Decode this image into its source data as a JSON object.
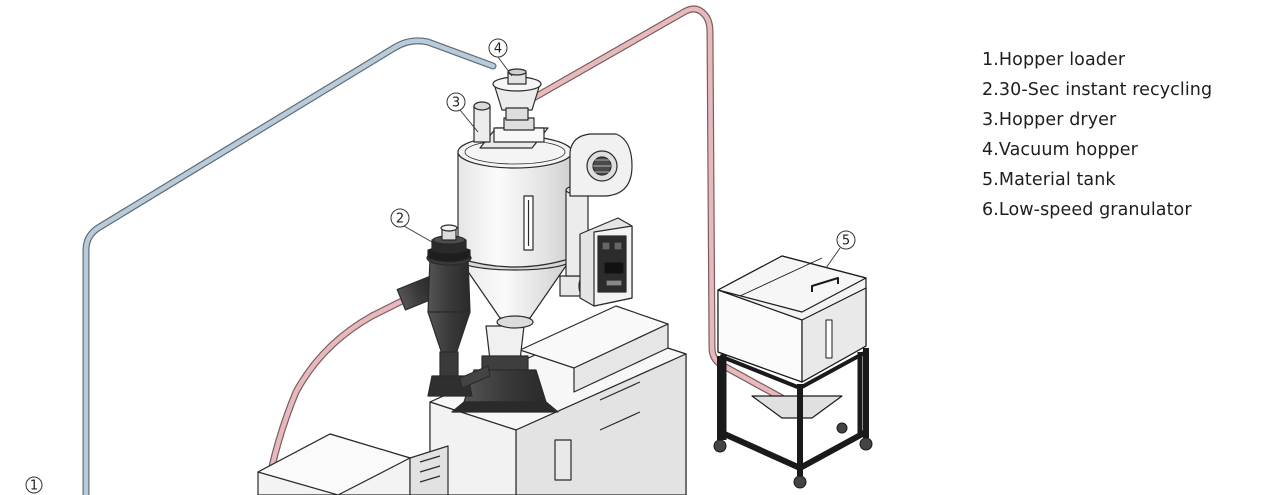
{
  "legend": {
    "items": [
      "1.Hopper loader",
      "2.30-Sec instant recycling",
      "3.Hopper dryer",
      "4.Vacuum hopper",
      "5.Material tank",
      "6.Low-speed granulator"
    ]
  },
  "callouts": {
    "c1": "1",
    "c2": "2",
    "c3": "3",
    "c4": "4",
    "c5": "5"
  },
  "colors": {
    "blue_pipe": "#b9cbd9",
    "pink_pipe": "#e6b9bd",
    "outline": "#2b2b2b",
    "frame": "#1a1a1a",
    "machine_light": "#f2f2f2",
    "machine_mid": "#dcdcdc",
    "machine_dark": "#4a4a4a"
  }
}
